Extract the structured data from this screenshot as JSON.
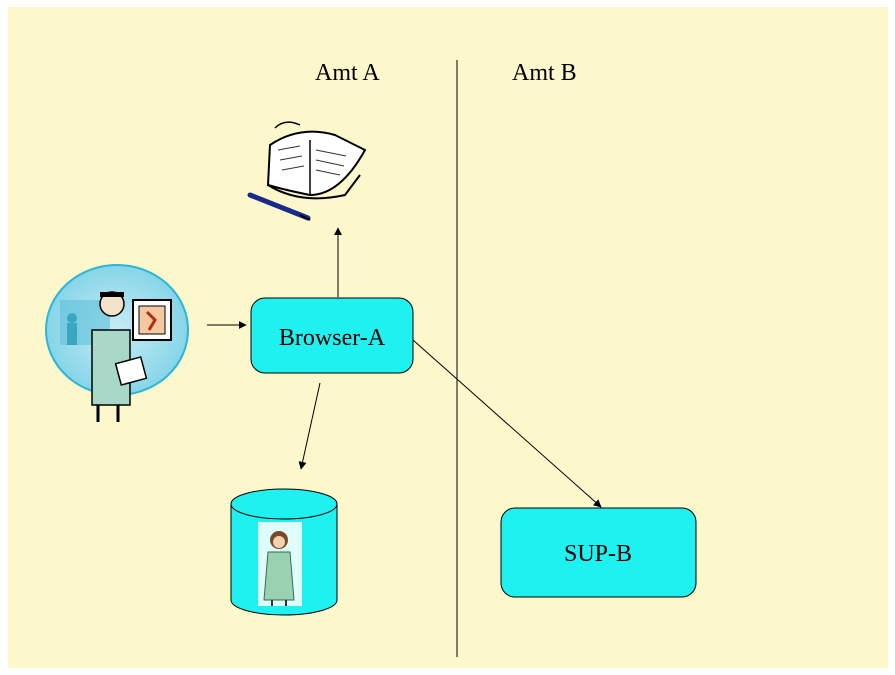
{
  "colors": {
    "background": "#fcf8cc",
    "box_fill": "#1ff0f0",
    "box_stroke": "#000000",
    "line": "#000000"
  },
  "columns": {
    "left_heading": "Amt A",
    "right_heading": "Amt B"
  },
  "nodes": {
    "browser": {
      "label": "Browser-A"
    },
    "sup": {
      "label": "SUP-B"
    }
  },
  "icons": {
    "user": "doctor-with-monitor-clipart-icon",
    "book": "open-book-with-pen-icon",
    "database": "database-cylinder-icon",
    "db_person": "nurse-clipart-icon"
  }
}
